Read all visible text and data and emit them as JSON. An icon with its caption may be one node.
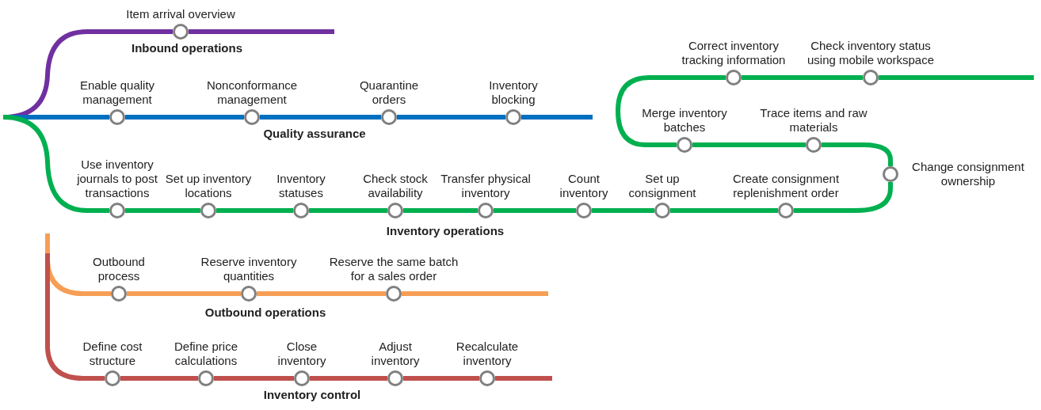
{
  "diagram": {
    "nodes": [
      {
        "text": [
          "Item arrival overview"
        ]
      },
      {
        "text": [
          "Enable quality management"
        ]
      },
      {
        "text": [
          "Nonconformance management"
        ]
      },
      {
        "text": [
          "Quarantine orders"
        ]
      },
      {
        "text": [
          "Inventory blocking"
        ]
      },
      {
        "text": [
          "Use inventory journals to post transactions"
        ]
      },
      {
        "text": [
          "Set up inventory locations"
        ]
      },
      {
        "text": [
          "Inventory statuses"
        ]
      },
      {
        "text": [
          "Check stock availability"
        ]
      },
      {
        "text": [
          "Transfer physical inventory"
        ]
      },
      {
        "text": [
          "Count inventory"
        ]
      },
      {
        "text": [
          "Set up consignment"
        ]
      },
      {
        "text": [
          "Create consignment replenishment order"
        ]
      },
      {
        "text": [
          "Change consignment ownership"
        ]
      },
      {
        "text": [
          "Trace items and raw materials"
        ]
      },
      {
        "text": [
          "Merge inventory batches"
        ]
      },
      {
        "text": [
          "Correct inventory tracking information"
        ]
      },
      {
        "text": [
          "Check inventory status using mobile workspace"
        ]
      },
      {
        "text": [
          "Outbound process"
        ]
      },
      {
        "text": [
          "Reserve inventory quantities"
        ]
      },
      {
        "text": [
          "Reserve the same batch for a sales order"
        ]
      },
      {
        "text": [
          "Define cost structure"
        ]
      },
      {
        "text": [
          "Define price calculations"
        ]
      },
      {
        "text": [
          "Close inventory"
        ]
      },
      {
        "text": [
          "Adjust inventory"
        ]
      },
      {
        "text": [
          "Recalculate inventory"
        ]
      }
    ],
    "edges": [
      {
        "from": null,
        "to": 0,
        "arrow": "none",
        "color": "#7030a0"
      },
      {
        "from": 0,
        "to": null,
        "arrow": "none",
        "color": "#7030a0"
      },
      {
        "from": null,
        "to": 1,
        "arrow": "none",
        "color": "#0070c0"
      },
      {
        "from": 1,
        "to": 2,
        "arrow": "none",
        "color": "#0070c0"
      },
      {
        "from": 2,
        "to": 3,
        "arrow": "none",
        "color": "#0070c0"
      },
      {
        "from": 3,
        "to": 4,
        "arrow": "none",
        "color": "#0070c0"
      },
      {
        "from": 4,
        "to": null,
        "arrow": "none",
        "color": "#0070c0"
      },
      {
        "from": null,
        "to": 5,
        "arrow": "none"
      },
      {
        "from": 5,
        "to": 6,
        "arrow": "none"
      },
      {
        "from": 6,
        "to": 7,
        "arrow": "none"
      },
      {
        "from": 7,
        "to": 8,
        "arrow": "none"
      },
      {
        "from": 8,
        "to": 9,
        "arrow": "none"
      },
      {
        "from": 9,
        "to": 10,
        "arrow": "none"
      },
      {
        "from": 10,
        "to": 11,
        "arrow": "none"
      },
      {
        "from": 11,
        "to": 12,
        "arrow": "none"
      },
      {
        "from": 12,
        "to": 13,
        "arrow": "none"
      },
      {
        "from": 13,
        "to": 14,
        "arrow": "none"
      },
      {
        "from": 14,
        "to": 15,
        "arrow": "none"
      },
      {
        "from": 15,
        "to": 16,
        "arrow": "none"
      },
      {
        "from": 16,
        "to": 17,
        "arrow": "none"
      },
      {
        "from": 17,
        "to": null,
        "arrow": "none"
      },
      {
        "from": null,
        "to": 18,
        "arrow": "none",
        "color": "#f79e55"
      },
      {
        "from": 18,
        "to": 19,
        "arrow": "none",
        "color": "#f79e55"
      },
      {
        "from": 19,
        "to": 20,
        "arrow": "none",
        "color": "#f79e55"
      },
      {
        "from": 20,
        "to": null,
        "arrow": "none",
        "color": "#f79e55"
      },
      {
        "from": null,
        "to": 21,
        "arrow": "none",
        "color": "#c0504d"
      },
      {
        "from": 21,
        "to": 22,
        "arrow": "none",
        "color": "#c0504d"
      },
      {
        "from": 22,
        "to": 23,
        "arrow": "none",
        "color": "#c0504d"
      },
      {
        "from": 23,
        "to": 24,
        "arrow": "none",
        "color": "#c0504d"
      },
      {
        "from": 24,
        "to": 25,
        "arrow": "none",
        "color": "#c0504d"
      },
      {
        "from": 25,
        "to": null,
        "arrow": "none",
        "color": "#c0504d"
      }
    ],
    "labels": [
      "Inbound operations",
      "Quality assurance",
      "Inventory operations",
      "Outbound operations",
      "Inventory control"
    ]
  }
}
